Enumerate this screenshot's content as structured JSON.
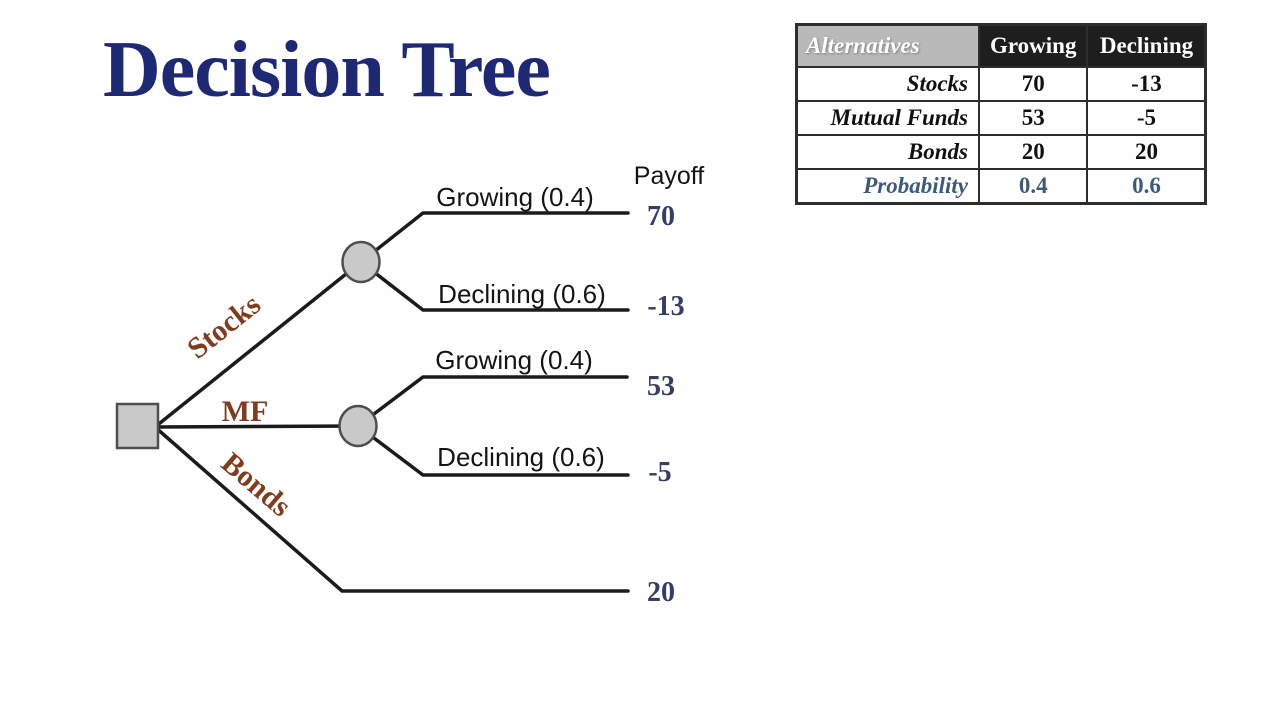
{
  "slide": {
    "title": "Decision Tree"
  },
  "tree": {
    "payoff_header": "Payoff",
    "branches": [
      {
        "label": "Stocks",
        "outcomes": [
          {
            "label": "Growing (0.4)",
            "payoff": "70"
          },
          {
            "label": "Declining (0.6)",
            "payoff": "-13"
          }
        ]
      },
      {
        "label": "MF",
        "outcomes": [
          {
            "label": "Growing (0.4)",
            "payoff": "53"
          },
          {
            "label": "Declining (0.6)",
            "payoff": "-5"
          }
        ]
      },
      {
        "label": "Bonds",
        "payoff": "20"
      }
    ]
  },
  "table": {
    "headers": [
      "Alternatives",
      "Growing",
      "Declining"
    ],
    "rows": [
      {
        "label": "Stocks",
        "growing": "70",
        "declining": "-13"
      },
      {
        "label": "Mutual Funds",
        "growing": "53",
        "declining": "-5"
      },
      {
        "label": "Bonds",
        "growing": "20",
        "declining": "20"
      },
      {
        "label": "Probability",
        "growing": "0.4",
        "declining": "0.6"
      }
    ]
  },
  "colors": {
    "title_navy": "#1f2873",
    "payoff_navy": "#343e63",
    "branch_label_brown": "#7f3d20",
    "probability_blue": "#3d5a78",
    "tree_line": "#1b1b1b",
    "node_fill": "#c9c9c9",
    "node_border": "#4e4e4e",
    "table_header_dark_bg": "#1e1e1e",
    "table_header_gray_bg": "#b9b9b9"
  }
}
